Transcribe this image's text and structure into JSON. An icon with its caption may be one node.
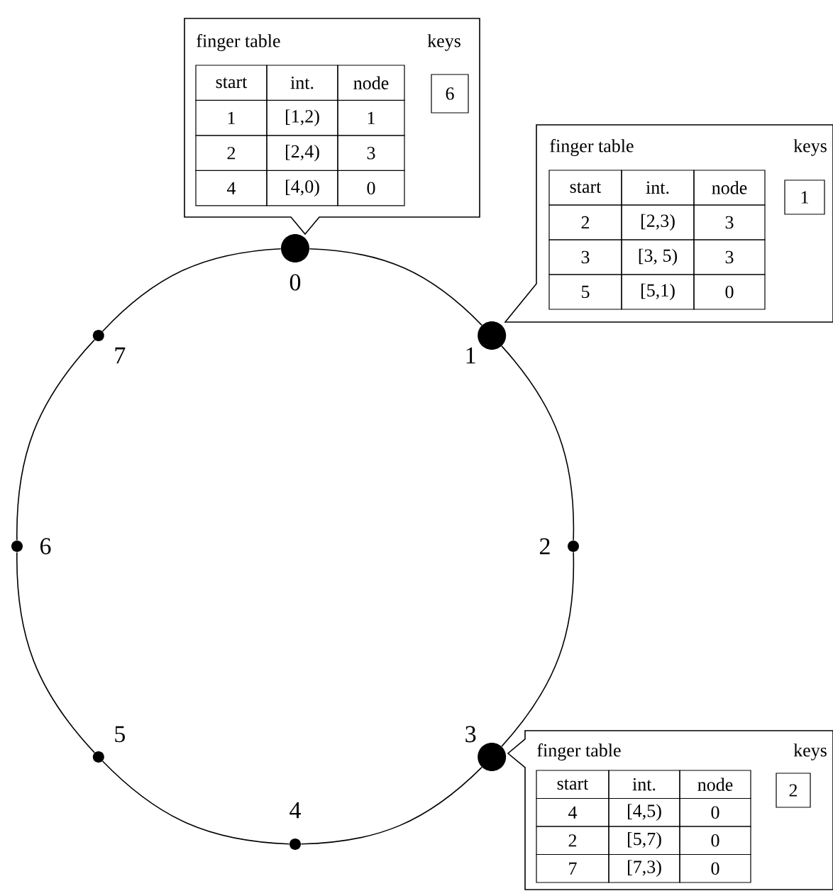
{
  "diagram": {
    "nodes": [
      {
        "text": [],
        "shape": "circle",
        "beside": [
          "0"
        ]
      },
      {
        "text": [],
        "shape": "circle",
        "beside": [
          "1"
        ]
      },
      {
        "text": [],
        "shape": "circle",
        "beside": [
          "2"
        ]
      },
      {
        "text": [],
        "shape": "circle",
        "beside": [
          "3"
        ]
      },
      {
        "text": [],
        "shape": "circle",
        "beside": [
          "4"
        ]
      },
      {
        "text": [],
        "shape": "circle",
        "beside": [
          "5"
        ]
      },
      {
        "text": [],
        "shape": "circle",
        "beside": [
          "6"
        ]
      },
      {
        "text": [],
        "shape": "circle",
        "beside": [
          "7"
        ]
      },
      {
        "text": [
          "finger table",
          "start",
          "int.",
          "node",
          "1",
          "[1,2)",
          "1",
          "2",
          "[2,4)",
          "3",
          "4",
          "[4,0)",
          "0",
          "keys",
          "6"
        ]
      },
      {
        "text": [
          "finger table",
          "start",
          "int.",
          "node",
          "2",
          "[2,3)",
          "3",
          "3",
          "[3, 5)",
          "3",
          "5",
          "[5,1)",
          "0",
          "keys",
          "1"
        ]
      },
      {
        "text": [
          "finger table",
          "start",
          "int.",
          "node",
          "4",
          "[4,5)",
          "0",
          "2",
          "[5,7)",
          "0",
          "7",
          "[7,3)",
          "0",
          "keys",
          "2"
        ]
      }
    ],
    "edges": [
      {
        "from": 0,
        "to": 1,
        "arrow": "none"
      },
      {
        "from": 1,
        "to": 2,
        "arrow": "none"
      },
      {
        "from": 2,
        "to": 3,
        "arrow": "none"
      },
      {
        "from": 3,
        "to": 4,
        "arrow": "none"
      },
      {
        "from": 4,
        "to": 5,
        "arrow": "none"
      },
      {
        "from": 5,
        "to": 6,
        "arrow": "none"
      },
      {
        "from": 6,
        "to": 7,
        "arrow": "none"
      },
      {
        "from": 7,
        "to": 0,
        "arrow": "none"
      }
    ]
  }
}
